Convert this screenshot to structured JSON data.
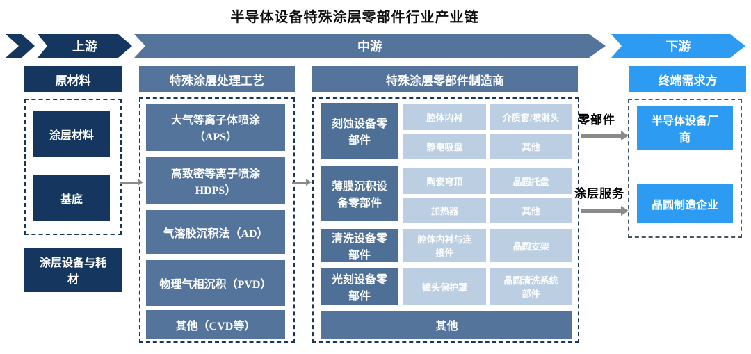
{
  "title": "半导体设备特殊涂层零部件行业产业链",
  "colors": {
    "navy": "#15375F",
    "steel": "#54749C",
    "cat": "#4E7096",
    "cell": "#BCCFE2",
    "bright": "#2E9BF2",
    "arrow": "#8A8A8A",
    "dashdark": "#17375E",
    "dashgray": "#44546A"
  },
  "banners": {
    "upstream": "上游",
    "midstream": "中游",
    "downstream": "下游"
  },
  "upstream": {
    "header": "原材料",
    "coating_material": "涂层材料",
    "substrate": "基底",
    "equipment": "涂层设备与耗\n材"
  },
  "process": {
    "header": "特殊涂层处理工艺",
    "items": [
      "大气等离子体喷涂\n（APS）",
      "高致密等离子喷涂\nHDPS）",
      "气溶胶沉积法（AD）",
      "物理气相沉积（PVD）",
      "其他（CVD等）"
    ]
  },
  "manufacturers": {
    "header": "特殊涂层零部件制造商",
    "rows": [
      {
        "category": "刻蚀设备零\n部件",
        "cells": [
          "腔体内衬",
          "介质窗/喷淋头",
          "静电吸盘",
          "其他"
        ]
      },
      {
        "category": "薄膜沉积设\n备零部件",
        "cells": [
          "陶瓷穹顶",
          "晶圆托盘",
          "加热器",
          "其他"
        ]
      },
      {
        "category": "清洗设备零\n部件",
        "cells": [
          "腔体内衬与连\n接件",
          "晶圆支架"
        ]
      },
      {
        "category": "光刻设备零\n部件",
        "cells": [
          "镜头保护罩",
          "晶圆清洗系统\n部件"
        ]
      }
    ],
    "footer": "其他"
  },
  "flows": {
    "parts": "零部件",
    "coating_service": "涂层服务"
  },
  "downstream": {
    "header": "终端需求方",
    "equipment_maker": "半导体设备厂\n商",
    "wafer_maker": "晶圆制造企业"
  }
}
